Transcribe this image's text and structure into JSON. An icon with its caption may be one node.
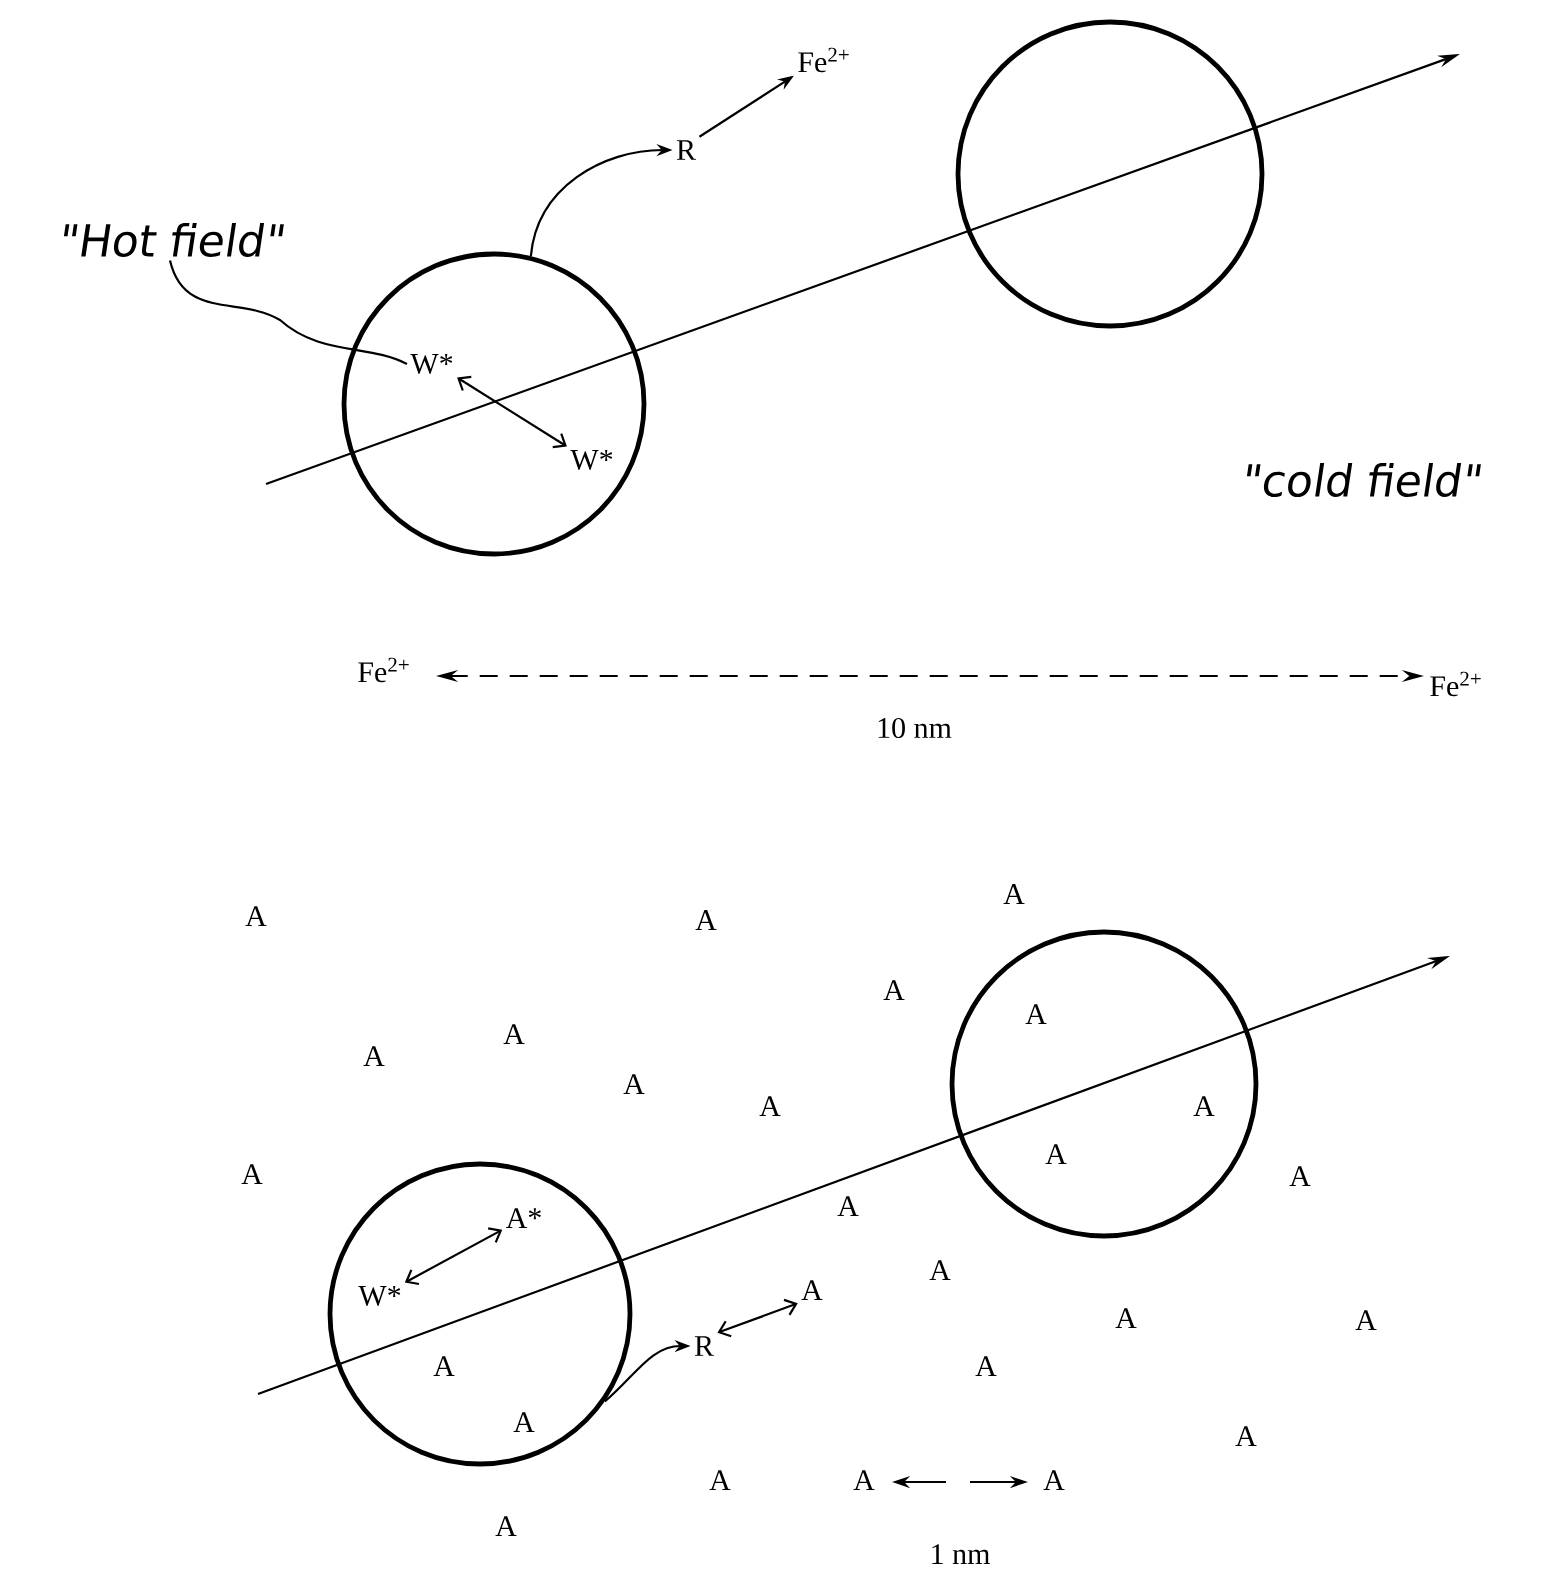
{
  "diagram": {
    "nodes": [
      {
        "text": [],
        "shape": "circle"
      },
      {
        "text": [],
        "shape": "circle"
      },
      {
        "text": [
          "\"Hot field\""
        ]
      },
      {
        "text": [
          "W*"
        ],
        "in": 0
      },
      {
        "text": [
          "W*"
        ],
        "in": 0
      },
      {
        "text": [
          "R"
        ]
      },
      {
        "text": [
          "Fe$^{2+}$"
        ]
      },
      {
        "text": [],
        "shape": "circle"
      },
      {
        "text": [],
        "shape": "circle"
      },
      {
        "text": [
          "W*"
        ],
        "in": 7
      },
      {
        "text": [
          "A*"
        ],
        "in": 7
      },
      {
        "text": [
          "R"
        ]
      },
      {
        "text": [
          "A"
        ]
      }
    ],
    "edges": [
      {
        "from": 2,
        "to": 3,
        "arrow": "none"
      },
      {
        "from": 3,
        "to": 4,
        "arrow": "both"
      },
      {
        "from": 0,
        "to": 5,
        "arrow": "to"
      },
      {
        "from": 5,
        "to": 6,
        "arrow": "to"
      },
      {
        "from": 9,
        "to": 10,
        "arrow": "both"
      },
      {
        "from": 7,
        "to": 11,
        "arrow": "to"
      },
      {
        "from": 11,
        "to": 12,
        "arrow": "both"
      }
    ],
    "labels": [
      "\"cold field\"",
      "Fe$^{2+}$",
      "Fe$^{2+}$",
      "10 nm",
      "A",
      "A",
      "A",
      "A",
      "A",
      "A",
      "A",
      "A",
      "A",
      "A",
      "A",
      "A",
      "A",
      "A",
      "A",
      "A",
      "A",
      "A",
      "A",
      "A",
      "A",
      "A",
      "A",
      "A",
      "A",
      "1 nm"
    ]
  }
}
